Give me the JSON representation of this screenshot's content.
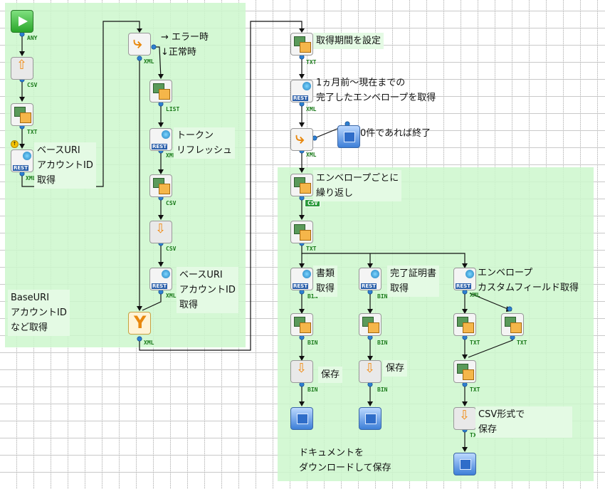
{
  "notes": {
    "error_normal": "→ エラー時\n↓正常時",
    "base_uri_get": "ベースURI\nアカウントID\n取得",
    "token_refresh": "トークン\nリフレッシュ",
    "base_uri_get2": "ベースURI\nアカウントID\n取得",
    "baseuri_region": "BaseURI\nアカウントID\nなど取得",
    "set_period": "取得期間を設定",
    "get_envelopes": "1ヵ月前〜現在までの\n完了したエンベロープを取得",
    "zero_end": "0件であれば終了",
    "per_envelope": "エンベロープごとに\n繰り返し",
    "doc_get": "書類\n取得",
    "cert_get": "完了証明書\n取得",
    "custom_field_get": "エンベロープ\nカスタムフィールド取得",
    "save1": "保存",
    "save2": "保存",
    "csv_save": "CSV形式で\n保存",
    "download_region": "ドキュメントを\nダウンロードして保存"
  },
  "tags": {
    "any": "ANY",
    "csv": "CSV",
    "txt": "TXT",
    "xml": "XML",
    "list": "LIST",
    "bin": "BIN",
    "csv_box": "CSV"
  }
}
